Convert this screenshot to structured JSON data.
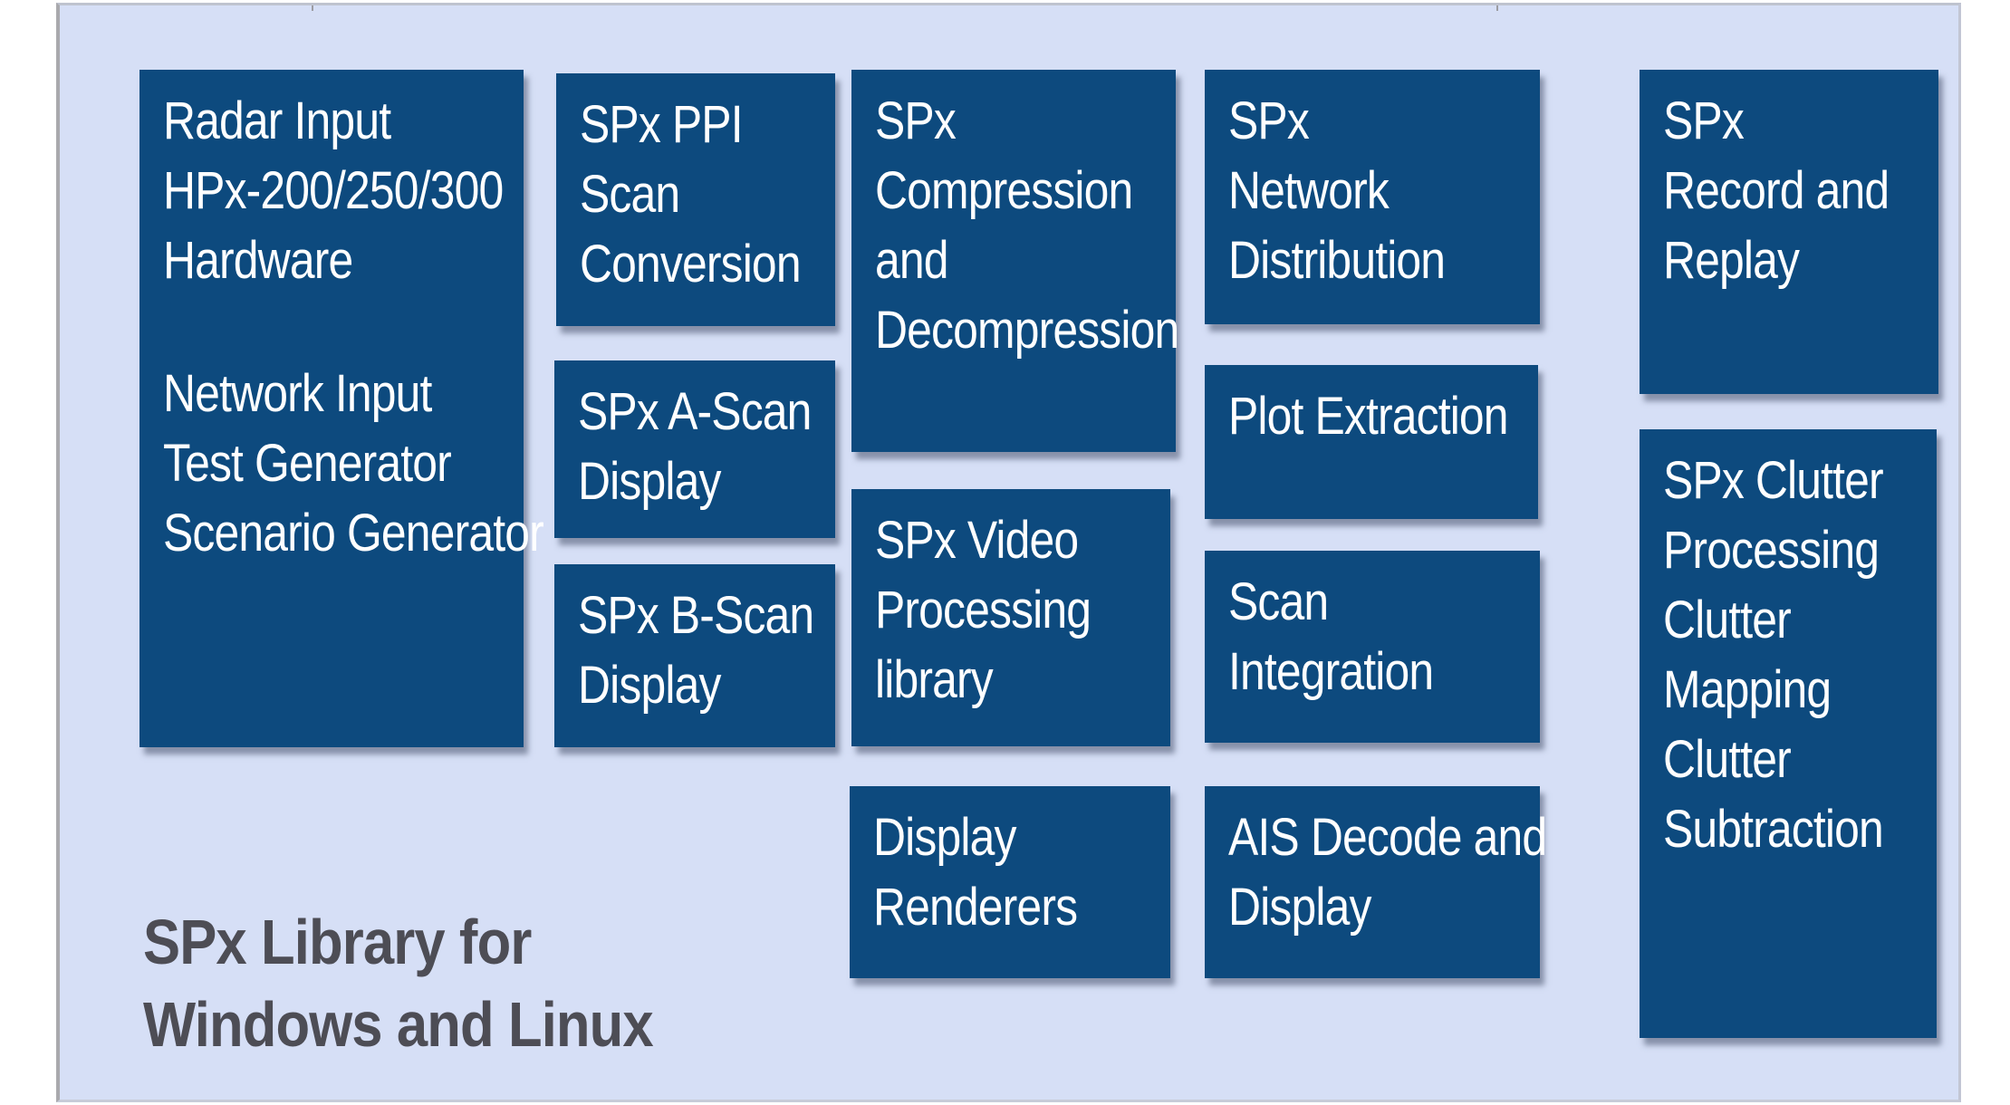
{
  "boxes": {
    "radar_input": {
      "lines": [
        "Radar Input",
        "HPx-200/250/300",
        "Hardware"
      ],
      "lines_b": [
        "Network Input",
        "Test Generator",
        "Scenario Generator"
      ]
    },
    "ppi_scan_conversion": {
      "lines": [
        "SPx PPI",
        "Scan",
        "Conversion"
      ]
    },
    "a_scan_display": {
      "lines": [
        "SPx A-Scan",
        "Display"
      ]
    },
    "b_scan_display": {
      "lines": [
        "SPx B-Scan",
        "Display"
      ]
    },
    "compression": {
      "lines": [
        "SPx",
        "Compression",
        "and",
        "Decompression"
      ]
    },
    "video_processing": {
      "lines": [
        "SPx Video",
        "Processing",
        "library"
      ]
    },
    "display_renderers": {
      "lines": [
        "Display",
        "Renderers"
      ]
    },
    "network_distribution": {
      "lines": [
        "SPx",
        "Network",
        "Distribution"
      ]
    },
    "plot_extraction": {
      "lines": [
        "Plot Extraction"
      ]
    },
    "scan_integration": {
      "lines": [
        "Scan",
        "Integration"
      ]
    },
    "ais_decode": {
      "lines": [
        "AIS Decode and",
        "Display"
      ]
    },
    "record_replay": {
      "lines": [
        "SPx",
        "Record and",
        "Replay"
      ]
    },
    "clutter_processing": {
      "lines": [
        "SPx Clutter",
        "Processing",
        "Clutter",
        "Mapping",
        "Clutter",
        "Subtraction"
      ]
    }
  },
  "caption": {
    "line1": "SPx Library for",
    "line2": "Windows and Linux"
  }
}
